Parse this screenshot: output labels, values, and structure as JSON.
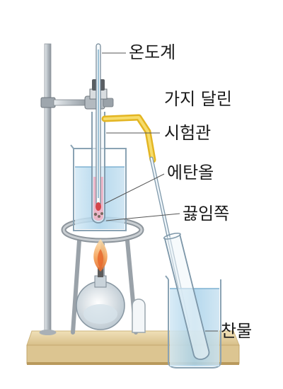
{
  "labels": {
    "thermometer": "온도계",
    "side_arm_1": "가지 달린",
    "side_arm_2": "시험관",
    "ethanol": "에탄올",
    "boiling_chip": "끓임쪽",
    "cold_water": "찬물"
  },
  "colors": {
    "background": "#ffffff",
    "base": "#e6d3a6",
    "base_edge": "#cdb47d",
    "stand": "#c9ced2",
    "glass": "#c7dcea",
    "water": "#a9d2ea",
    "ethanol": "#f2a6b9",
    "rubber_tube": "#f2cf4a",
    "flame_outer": "#f6c27a",
    "flame_inner": "#e86a2e",
    "leader_line": "#555555"
  }
}
